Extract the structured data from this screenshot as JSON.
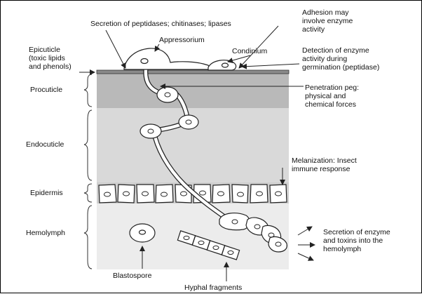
{
  "labels": {
    "secretion_top": "Secretion of peptidases; chitinases; lipases",
    "adhesion": "Adhesion may\ninvolve enzyme\nactivity",
    "appressorium": "Appressorium",
    "conidium": "Condinium",
    "epicuticle": "Epicuticle\n(toxic lipids\nand phenols)",
    "detection": "Detection of enzyme\nactivity during\ngermination (peptidase)",
    "procuticle": "Procuticle",
    "penetration_peg": "Penetration peg:\nphysical and\nchemical forces",
    "endocuticle": "Endocuticle",
    "melanization": "Melanization: Insect\nimmune response",
    "epidermis": "Epidermis",
    "hemolymph": "Hemolymph",
    "secretion_bottom": "Secretion of enzyme\nand toxins into the\nhemolymph",
    "blastospore": "Blastospore",
    "hyphal_fragments": "Hyphal fragments"
  },
  "colors": {
    "epicuticle": "#8a8a8a",
    "procuticle": "#b9b9b9",
    "endocuticle": "#d9d9d9",
    "epidermis": "#cfcfcf",
    "hemolymph": "#ececec",
    "cell_fill": "#ffffff",
    "line": "#222222"
  }
}
